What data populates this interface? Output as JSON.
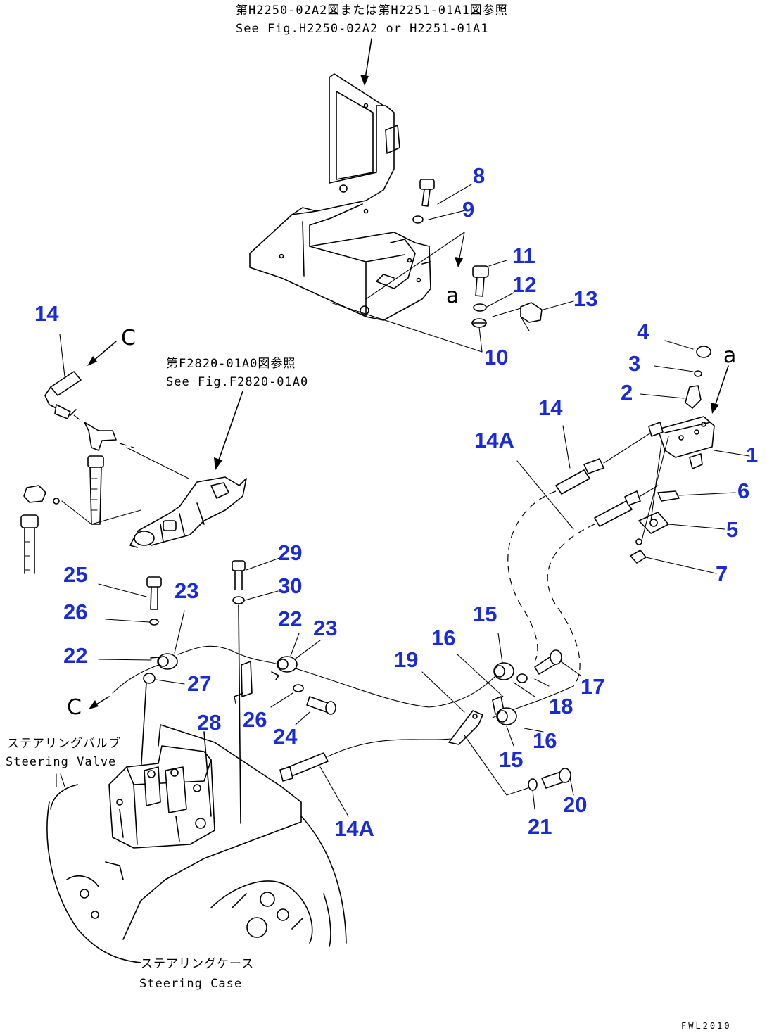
{
  "references": {
    "frame_jp": "第H2250-02A2図または第H2251-01A1図参照",
    "frame_en": "See Fig.H2250-02A2 or H2251-01A1",
    "valve_jp": "第F2820-01A0図参照",
    "valve_en": "See Fig.F2820-01A0"
  },
  "components": {
    "steering_valve_jp": "ステアリングバルブ",
    "steering_valve_en": "Steering Valve",
    "steering_case_jp": "ステアリングケース",
    "steering_case_en": "Steering Case"
  },
  "letters": {
    "a": "a",
    "c": "C"
  },
  "drawing_code": "FWL2010",
  "callouts": {
    "c1": "1",
    "c2": "2",
    "c3": "3",
    "c4": "4",
    "c5": "5",
    "c6": "6",
    "c7": "7",
    "c8": "8",
    "c9": "9",
    "c10": "10",
    "c11": "11",
    "c12": "12",
    "c13": "13",
    "c14_left": "14",
    "c14_right": "14",
    "c14a_top": "14A",
    "c14a_bottom": "14A",
    "c15_top": "15",
    "c15_bottom": "15",
    "c16_top": "16",
    "c16_bottom": "16",
    "c17": "17",
    "c18": "18",
    "c19": "19",
    "c20": "20",
    "c21": "21",
    "c22_left": "22",
    "c22_right": "22",
    "c23_left": "23",
    "c23_right": "23",
    "c24": "24",
    "c25": "25",
    "c26_left": "26",
    "c26_right": "26",
    "c27": "27",
    "c28": "28",
    "c29": "29",
    "c30": "30"
  },
  "colors": {
    "callout": "#1a2bd6",
    "line": "#000000"
  }
}
